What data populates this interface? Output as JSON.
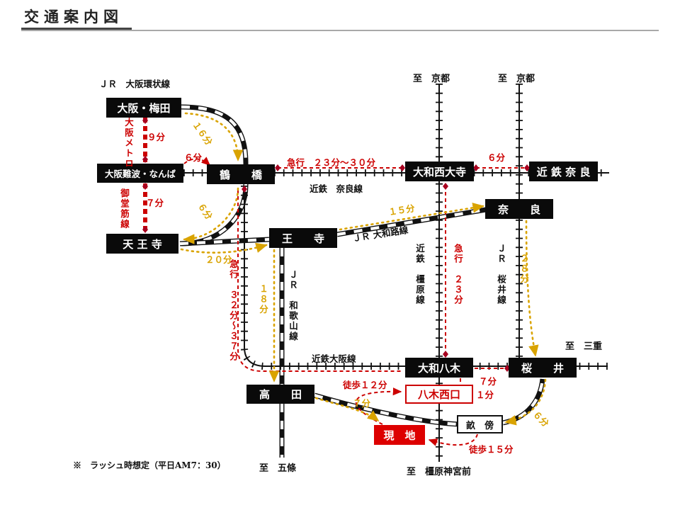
{
  "title": "交通案内図",
  "note": "※　ラッシュ時想定（平日AM7：30）",
  "stations": {
    "umeda": "大阪・梅田",
    "namba": "大阪難波・なんば",
    "tsuruhashi": "鶴　　橋",
    "saidaiji": "大和西大寺",
    "kintetsu_nara": "近 鉄 奈 良",
    "nara": "奈　　良",
    "tennoji": "天 王 寺",
    "oji": "王　　寺",
    "yagi": "大和八木",
    "sakurai": "桜　　井",
    "takada": "高　　田",
    "yagi_nishiguchi": "八木西口",
    "genchi": "現　地",
    "unebi": "畝　傍"
  },
  "lines": {
    "jr_loop": "ＪＲ　大阪環状線",
    "metro": "大阪メトロ",
    "midosuji": "御堂筋線",
    "kintetsu_nara_line": "近鉄　奈良線",
    "jr_yamatoji": "ＪＲ 大和路線",
    "kintetsu_kashihara": "近鉄　橿原線",
    "jr_sakurai_line": "ＪＲ　桜井線",
    "jr_wakayama": "ＪＲ　和歌山線",
    "kintetsu_osaka": "近鉄大阪線"
  },
  "directions": {
    "kyoto1": "至　京都",
    "kyoto2": "至　京都",
    "mie": "至　三重",
    "gojo": "至　五條",
    "kashihara_jingumae": "至　橿原神宮前"
  },
  "times": {
    "metro_9": "９分",
    "namba_tsuruhashi_6": "６分",
    "loop_16": "１６分",
    "express_23_30": "急行　２３分～３０分",
    "saidaiji_nara_6": "６分",
    "metro_7": "７分",
    "loop_6": "６分",
    "oji_nara_15": "１５分",
    "tennoji_oji_20": "２０分",
    "express_32_37": "急行　３２分～３７分",
    "oji_takada_18": "１８分",
    "express_23": "急行　２３分",
    "nara_sakurai_28": "２８分",
    "walk_12": "徒歩１２分",
    "takada_7": "７分",
    "yagi_sakurai_7": "７分",
    "yagi_1": "１分",
    "walk_15": "徒歩１５分",
    "sakurai_unebi_6": "６分"
  },
  "colors": {
    "red": "#cc0000",
    "yellow": "#d9a300",
    "black": "#111111"
  }
}
